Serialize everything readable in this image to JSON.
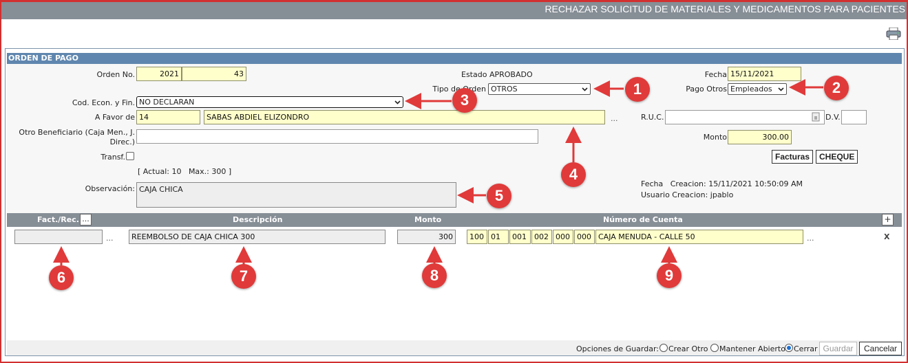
{
  "window": {
    "title": "RECHAZAR SOLICITUD DE MATERIALES Y MEDICAMENTOS PARA PACIENTES"
  },
  "section": {
    "title": "ORDEN DE PAGO"
  },
  "form": {
    "orden_no_label": "Orden No.",
    "orden_year": "2021",
    "orden_number": "43",
    "estado_label": "Estado",
    "estado_value": "APROBADO",
    "tipo_orden_label": "Tipo de Orden",
    "tipo_orden_value": "OTROS",
    "fecha_label": "Fecha",
    "fecha_value": "15/11/2021",
    "pago_otros_label": "Pago Otros",
    "pago_otros_value": "Empleados",
    "cod_econ_label": "Cod. Econ. y Fin.",
    "cod_econ_value": "NO DECLARAN",
    "a_favor_label": "A Favor de",
    "a_favor_code": "14",
    "a_favor_name": "SABAS ABDIEL ELIZONDRO",
    "ruc_label": "R.U.C.",
    "ruc_value": "",
    "dv_label": "D.V.",
    "dv_value": "",
    "otro_benef_label": "Otro Beneficiario (Caja Men., J. Direc.)",
    "otro_benef_value": "",
    "monto_label": "Monto",
    "monto_value": "300.00",
    "transf_label": "Transf.",
    "transf_checked": false,
    "limits_text": "[ Actual: 10   Max.: 300 ]",
    "observacion_label": "Observación:",
    "observacion_value": "CAJA CHICA",
    "fecha_creacion_label": "Fecha   Creacion:",
    "fecha_creacion_value": "15/11/2021 10:50:09 AM",
    "usuario_creacion_label": "Usuario Creacion:",
    "usuario_creacion_value": "jpablo",
    "facturas_button": "Facturas",
    "cheque_button": "CHEQUE",
    "dots": "..."
  },
  "grid": {
    "headers": {
      "fact": "Fact./Rec.",
      "descripcion": "Descripción",
      "monto": "Monto",
      "cuenta": "Número de Cuenta"
    },
    "add_label": "+",
    "row": {
      "fact": "",
      "descripcion": "REEMBOLSO DE CAJA CHICA 300",
      "monto": "300",
      "cuenta_parts": [
        "100",
        "01",
        "001",
        "002",
        "000",
        "000"
      ],
      "cuenta_nombre": "CAJA MENUDA - CALLE 50",
      "remove_label": "X"
    }
  },
  "footer": {
    "opciones_label": "Opciones de Guardar:",
    "options": [
      "Crear Otro",
      "Mantener Abierto",
      "Cerrar"
    ],
    "selected": "Cerrar",
    "guardar_label": "Guardar",
    "cancelar_label": "Cancelar"
  },
  "annotations": [
    "1",
    "2",
    "3",
    "4",
    "5",
    "6",
    "7",
    "8",
    "9"
  ],
  "colors": {
    "annotation": "#e03a3a",
    "title_bar": "#868e96",
    "section_header": "#5f86ae",
    "field_yellow": "#ffffcc"
  }
}
